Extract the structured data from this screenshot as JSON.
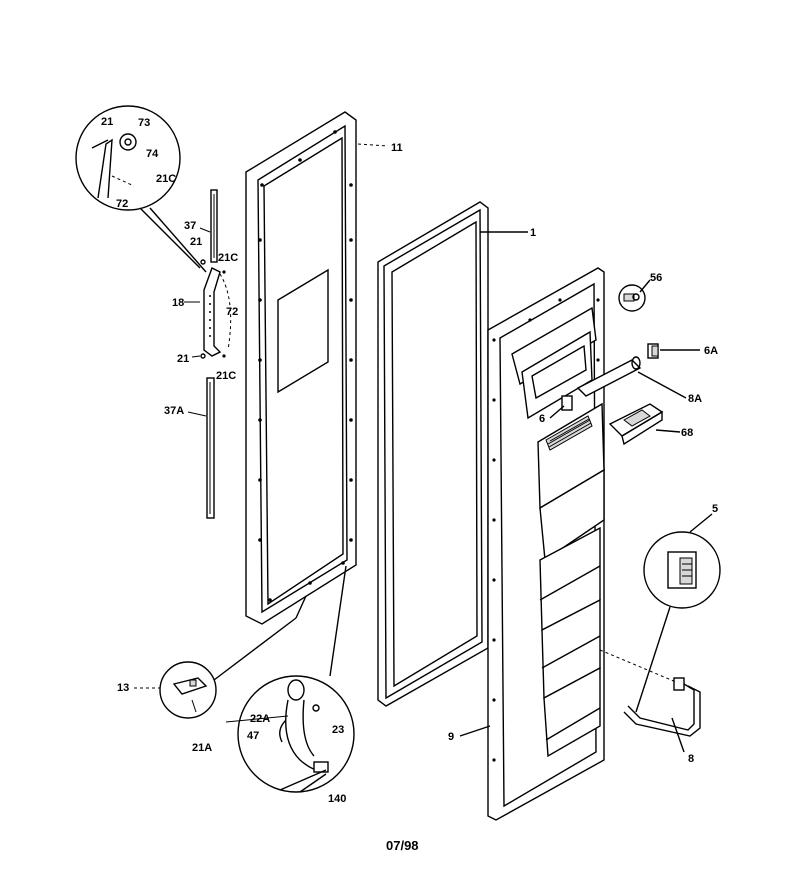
{
  "labels": {
    "p1": "1",
    "p5": "5",
    "p6": "6",
    "p6A": "6A",
    "p8": "8",
    "p8A": "8A",
    "p9": "9",
    "p11": "11",
    "p13": "13",
    "p18": "18",
    "p21_top": "21",
    "p21_mid": "21",
    "p21_low": "21",
    "p21A": "21A",
    "p21C_top": "21C",
    "p21C_mid": "21C",
    "p21C_low": "21C",
    "p22A": "22A",
    "p23": "23",
    "p37": "37",
    "p37A": "37A",
    "p47": "47",
    "p56": "56",
    "p68": "68",
    "p72_top": "72",
    "p72_mid": "72",
    "p73": "73",
    "p74": "74",
    "p140": "140"
  },
  "footer": {
    "date_code": "07/98"
  }
}
